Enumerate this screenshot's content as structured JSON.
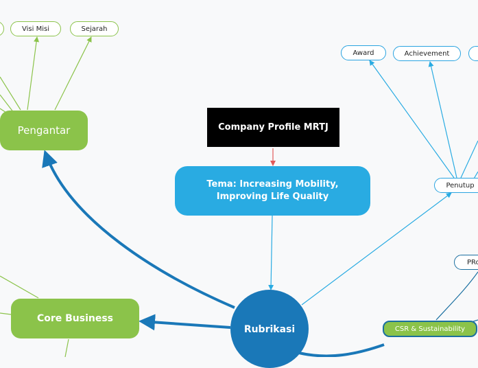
{
  "title": "Company Profile MRTJ",
  "theme": "Tema: Increasing Mobility, Improving Life Quality",
  "central": "Rubrikasi",
  "branches": {
    "pengantar": {
      "label": "Pengantar",
      "children": [
        "Visi Misi",
        "Sejarah"
      ]
    },
    "core_business": {
      "label": "Core Business"
    },
    "penutup": {
      "label": "Penutup",
      "children": [
        "Award",
        "Achievement"
      ]
    },
    "csr": {
      "label": "CSR & Sustainability",
      "children": [
        "PRo"
      ]
    }
  },
  "colors": {
    "green": "#8bc34a",
    "light_blue": "#29abe2",
    "dark_blue": "#1a78b8",
    "red_arrow": "#e05a5a"
  }
}
